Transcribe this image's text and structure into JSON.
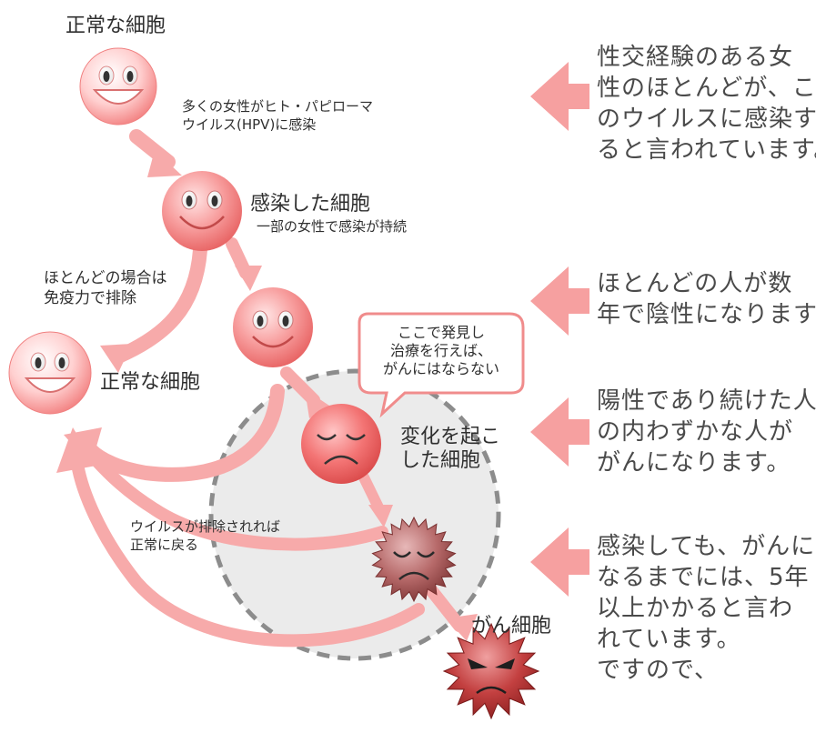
{
  "labels": {
    "normal_cell_top": "正常な細胞",
    "hpv_note_line1": "多くの女性がヒト・パピローマ",
    "hpv_note_line2": "ウイルス(HPV)に感染",
    "infected_cell": "感染した細胞",
    "persistent_note": "一部の女性で感染が持続",
    "immunity_note_line1": "ほとんどの場合は",
    "immunity_note_line2": "免疫力で排除",
    "normal_cell_left": "正常な細胞",
    "changed_cell_line1": "変化を起こ",
    "changed_cell_line2": "した細胞",
    "virus_removed_line1": "ウイルスが排除されれば",
    "virus_removed_line2": "正常に戻る",
    "cancer_cell": "がん細胞"
  },
  "bubble": {
    "line1": "ここで発見し",
    "line2": "治療を行えば、",
    "line3": "がんにはならない"
  },
  "right_panel": {
    "block1": [
      "性交経験のある女",
      "性のほとんどが、こ",
      "のウイルスに感染す",
      "ると言われています。"
    ],
    "block2": [
      "ほとんどの人が数",
      "年で陰性になります。"
    ],
    "block3": [
      "陽性であり続けた人",
      "の内わずかな人が",
      "がんになります。"
    ],
    "block4": [
      "感染しても、がんに",
      "なるまでには、5年",
      "以上かかると言わ",
      "れています。",
      "ですので、"
    ]
  },
  "colors": {
    "arrow": "#f4a3a3",
    "cell_light": "#ffd9d9",
    "cell_mid": "#f58d8d",
    "changed_cell": "#f06a6a",
    "dark_cell": "#a85050",
    "cancer_cell": "#b03a3a",
    "dashed_circle": "#8c8c8c",
    "text": "#4a4a4a"
  }
}
